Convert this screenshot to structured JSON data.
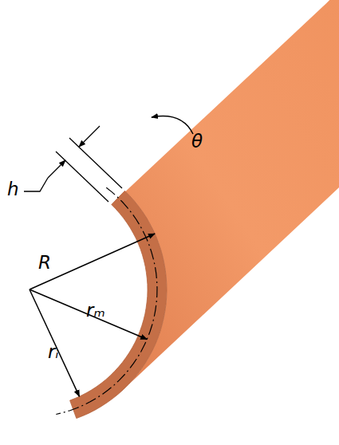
{
  "diagram": {
    "labels": [
      "h",
      "θ",
      "R",
      "rₘ",
      "rᵢ"
    ]
  }
}
